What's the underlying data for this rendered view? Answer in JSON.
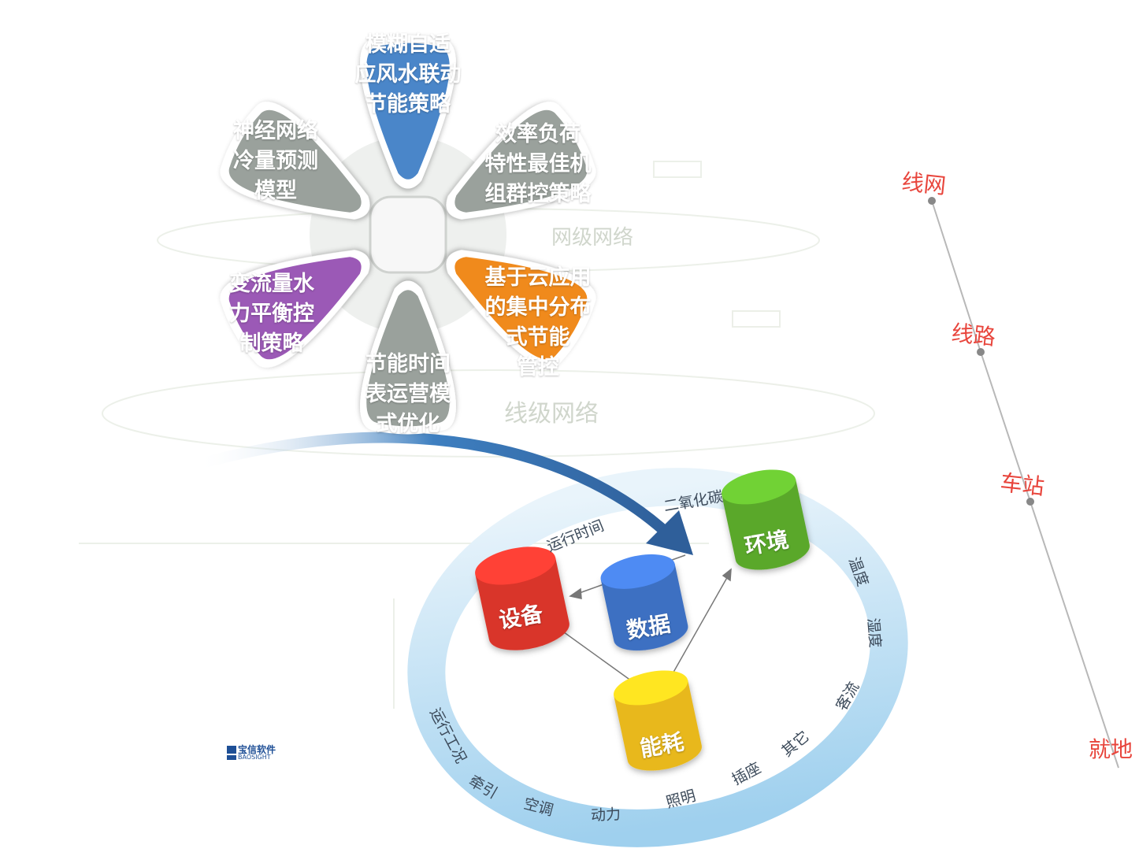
{
  "petals": [
    {
      "id": "top",
      "label": "模糊自适\n应风水联动\n节能策略",
      "color": "#4a86c9"
    },
    {
      "id": "upper-right",
      "label": "效率负荷\n特性最佳机\n组群控策略",
      "color": "#9aa19c"
    },
    {
      "id": "lower-right",
      "label": "基于云应用\n的集中分布\n式节能\n管控",
      "color": "#f08a1c"
    },
    {
      "id": "bottom",
      "label": "节能时间\n表运营模\n式优化",
      "color": "#9aa19c"
    },
    {
      "id": "lower-left",
      "label": "变流量水\n力平衡控\n制策略",
      "color": "#9b59b6"
    },
    {
      "id": "upper-left",
      "label": "神经网络\n冷量预测\n模型",
      "color": "#9aa19c"
    }
  ],
  "levels": [
    "线网",
    "线路",
    "车站",
    "就地"
  ],
  "cylinders": [
    {
      "id": "equipment",
      "label": "设备",
      "color": "#d9342b"
    },
    {
      "id": "data",
      "label": "数据",
      "color": "#3e6fc2"
    },
    {
      "id": "environment",
      "label": "环境",
      "color": "#5aa82a"
    },
    {
      "id": "energy",
      "label": "能耗",
      "color": "#e8b81a"
    }
  ],
  "ring_labels": [
    "二氧化碳",
    "运行时间",
    "温度",
    "湿度",
    "客流",
    "其它",
    "插座",
    "照明",
    "动力",
    "空调",
    "牵引",
    "运行工况"
  ],
  "logo": {
    "cn": "宝信软件",
    "en": "BAOSIGHT"
  },
  "watermarks": [
    "网级网络",
    "线级网络"
  ]
}
